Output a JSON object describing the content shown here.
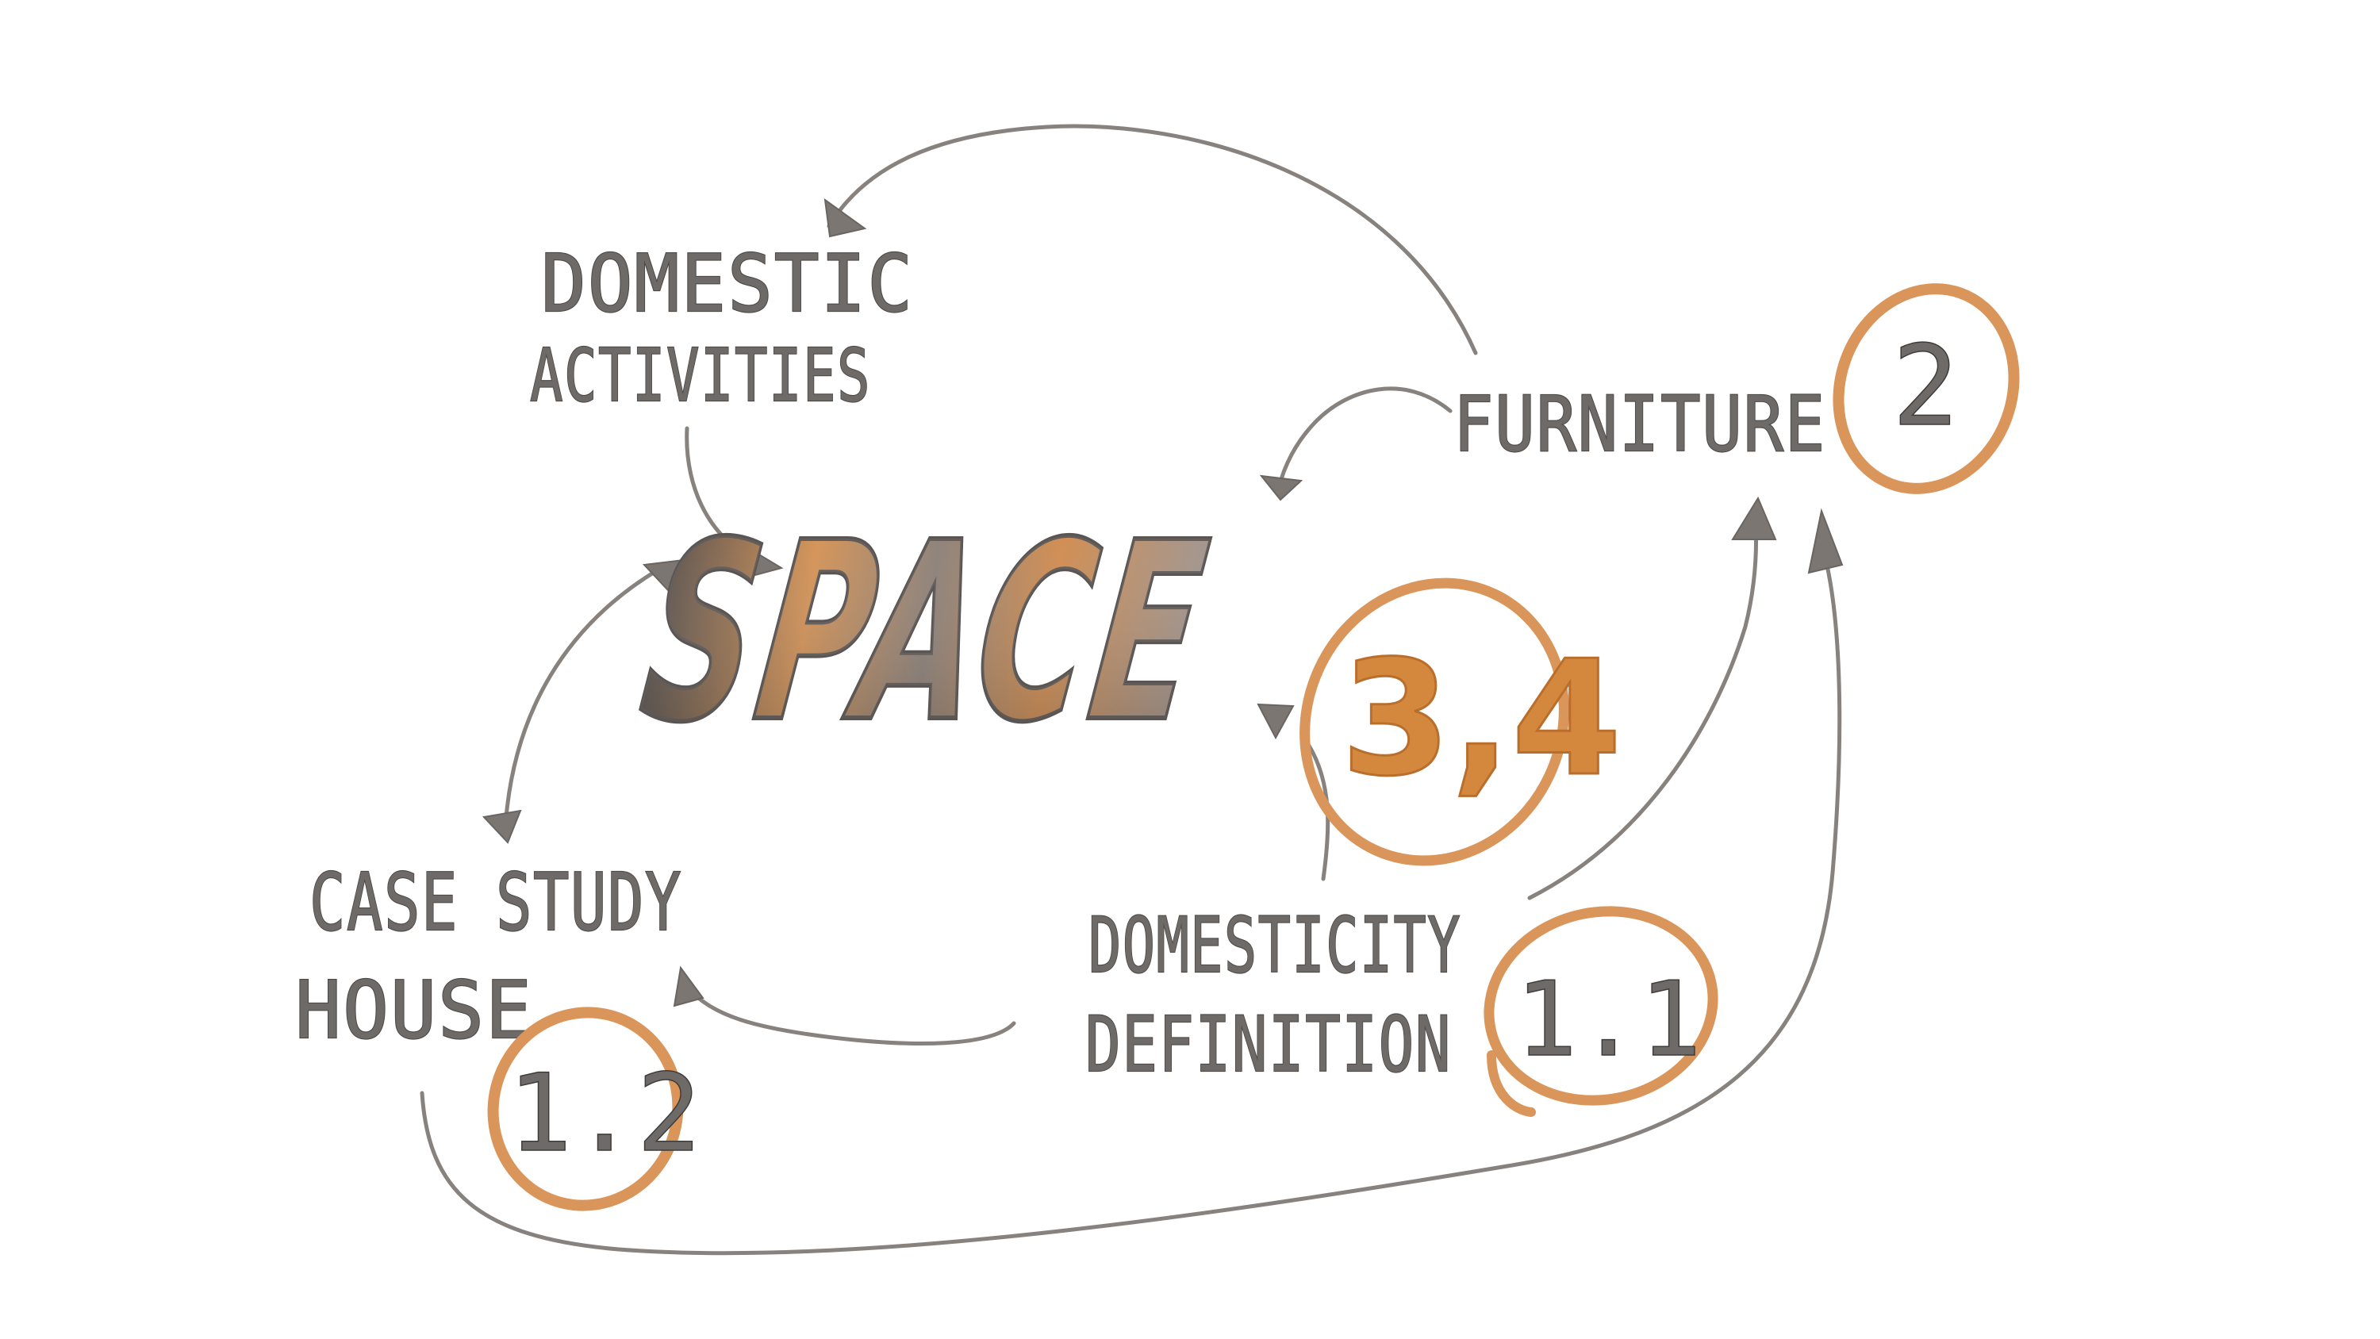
{
  "diagram": {
    "center": {
      "label": "SPACE"
    },
    "nodes": {
      "domestic_activities": {
        "line1": "DOMESTIC",
        "line2": "ACTIVITIES"
      },
      "furniture": {
        "label": "FURNITURE",
        "badge": "2"
      },
      "case_study_house": {
        "line1": "CASE STUDY",
        "line2": "HOUSE",
        "badge": "1.2"
      },
      "domesticity_definition": {
        "line1": "DOMESTICITY",
        "line2": "DEFINITION",
        "badge": "1.1"
      }
    },
    "space_badge": "3,4"
  },
  "colors": {
    "ink": "#6e6a67",
    "arrow": "#87827e",
    "accent_orange": "#d4883e",
    "ring_orange": "#d9955a",
    "space_dark": "#5a5552"
  }
}
